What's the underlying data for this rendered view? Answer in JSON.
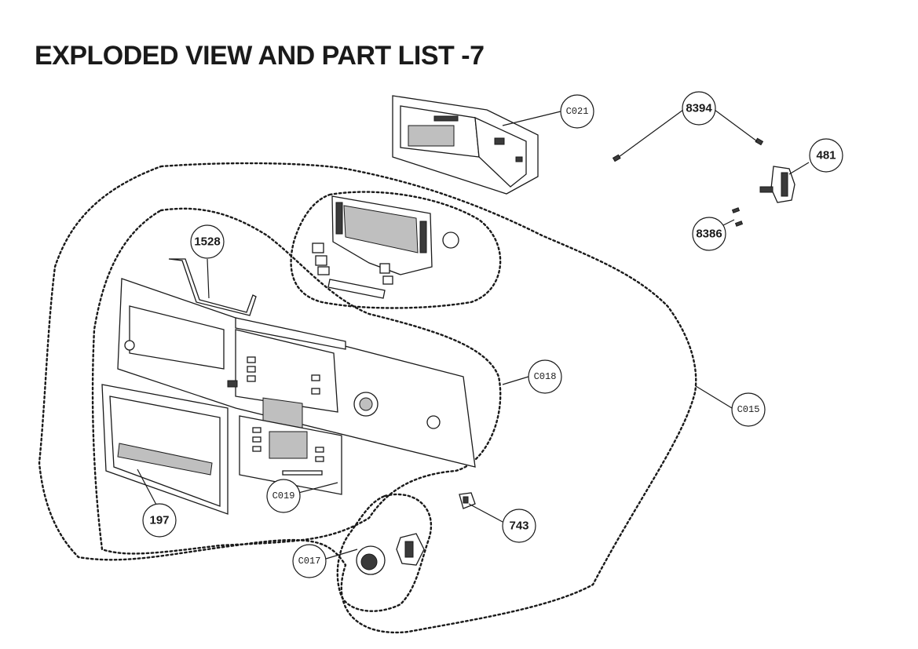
{
  "title": "EXPLODED VIEW AND PART LIST -7",
  "callouts": {
    "c021": "C021",
    "p8394": "8394",
    "p481": "481",
    "p8386": "8386",
    "p1528": "1528",
    "c018": "C018",
    "c015": "C015",
    "c019": "C019",
    "p197": "197",
    "p743": "743",
    "c017": "C017"
  }
}
